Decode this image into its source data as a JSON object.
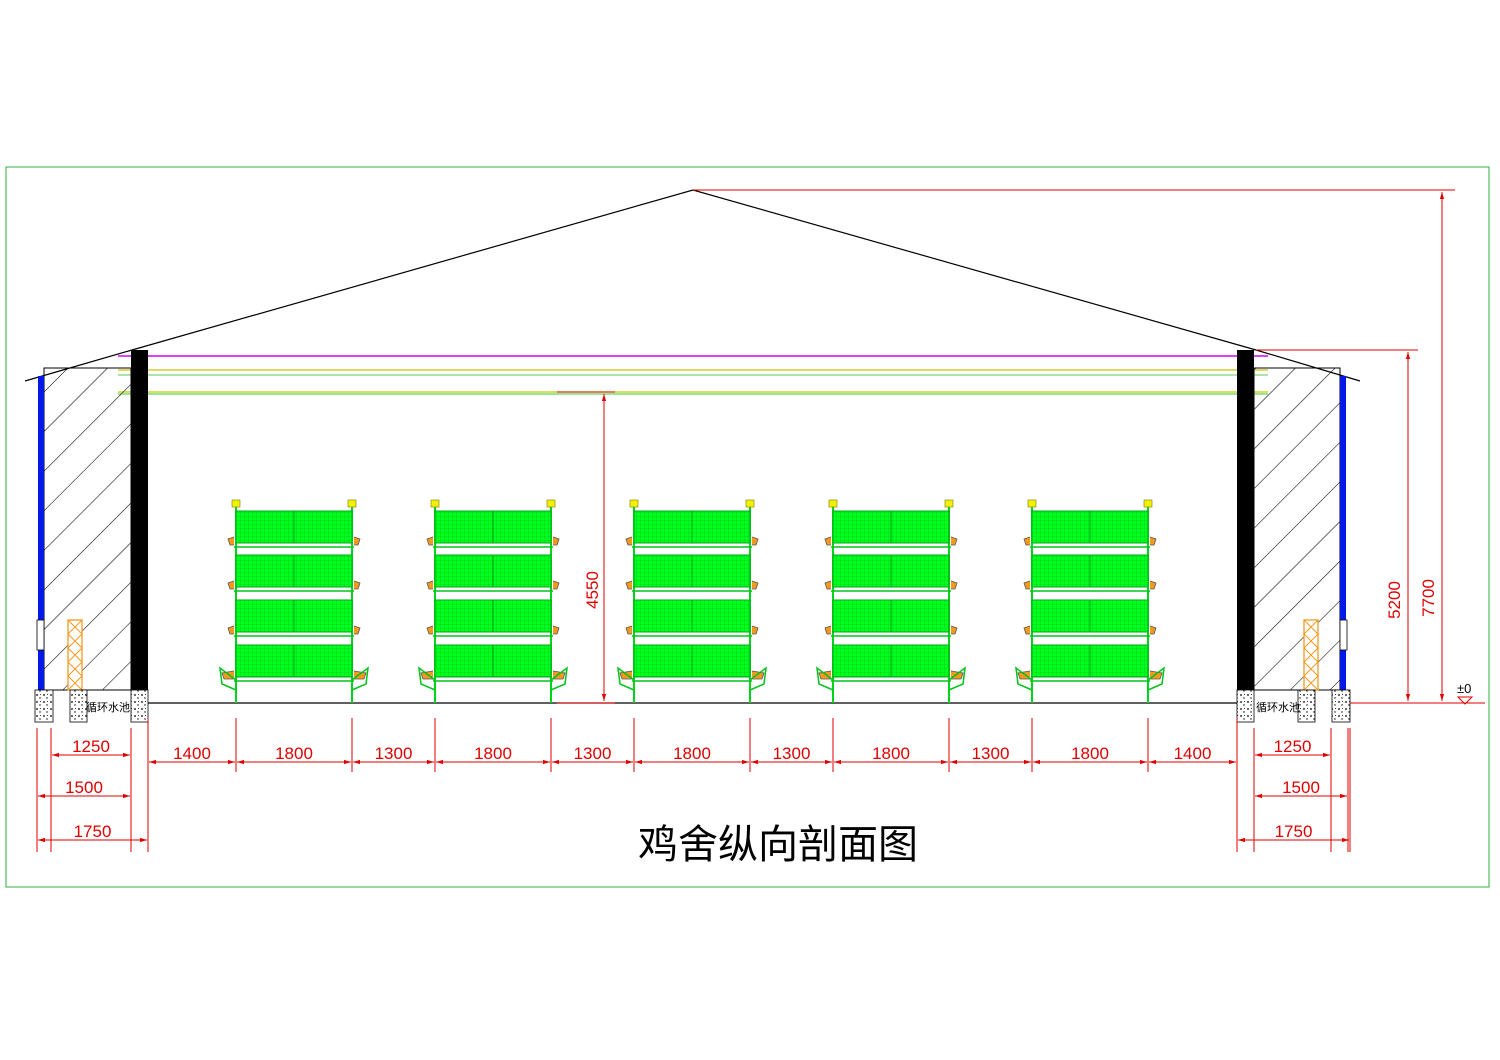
{
  "title": "鸡舍纵向剖面图",
  "pool_label": "循环水池",
  "level_mark": "±0",
  "colors": {
    "frame": "#2fae3a",
    "dim": "#e00000",
    "cage": "#00ff1f",
    "pad": "#0018e6",
    "wall": "#000000"
  },
  "horizontal_dims": [
    "1400",
    "1800",
    "1300",
    "1800",
    "1300",
    "1800",
    "1300",
    "1800",
    "1300",
    "1800",
    "1400"
  ],
  "left_dims": [
    "1250",
    "1500",
    "1750"
  ],
  "right_dims": [
    "1250",
    "1500",
    "1750"
  ],
  "vertical_dims": {
    "cage_clearance": "4550",
    "eave": "5200",
    "ridge": "7700"
  },
  "cage_count": 5,
  "tiers_per_cage": 4
}
